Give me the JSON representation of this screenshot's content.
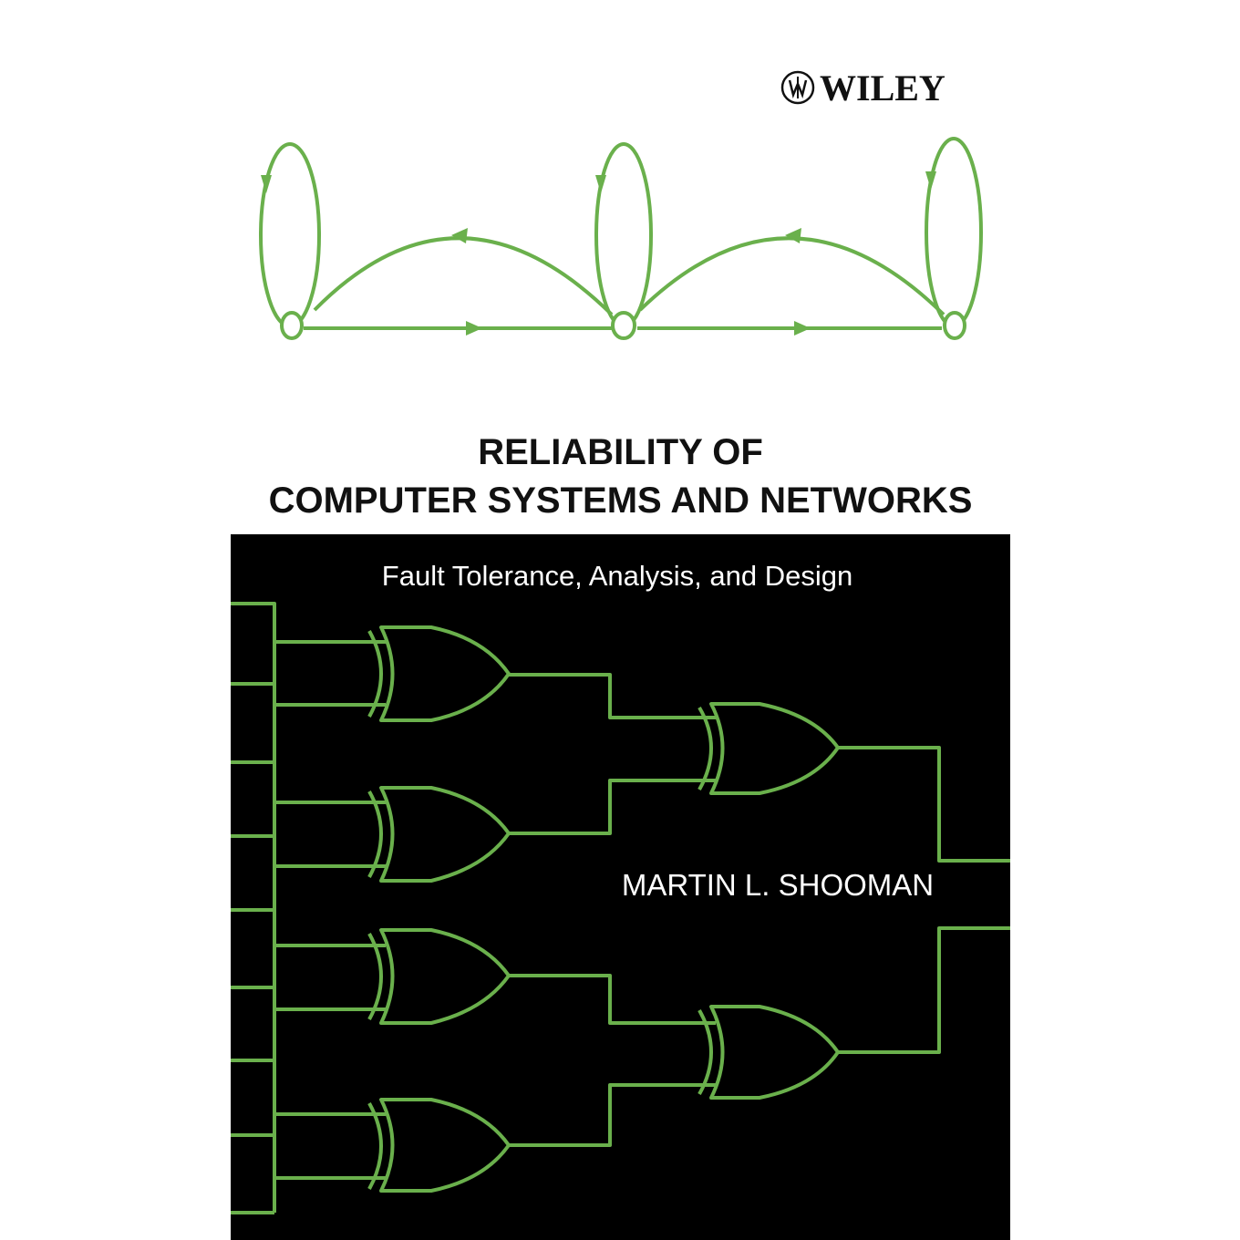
{
  "publisher": {
    "name": "WILEY",
    "logo_icon": "wiley-seal-icon"
  },
  "title": {
    "line1": "RELIABILITY OF",
    "line2": "COMPUTER SYSTEMS AND NETWORKS"
  },
  "subtitle": "Fault Tolerance, Analysis, and Design",
  "author": "MARTIN L. SHOOMAN",
  "colors": {
    "accent": "#6ab04c",
    "background_top": "#ffffff",
    "background_bottom": "#000000",
    "text_dark": "#111111",
    "text_light": "#ffffff"
  },
  "illustrations": {
    "top": "markov-state-diagram",
    "bottom": "xor-gate-tree"
  }
}
